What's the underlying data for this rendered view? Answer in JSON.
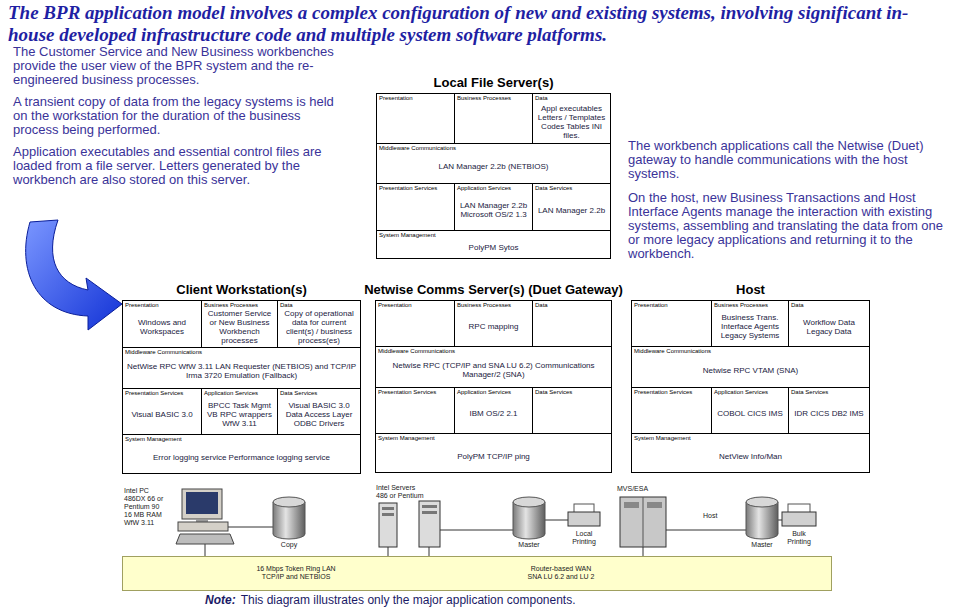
{
  "diagram": {
    "title": "The BPR application model involves a complex configuration of new and existing systems, involving significant in-house developed infrastructure code and multiple system software platforms.",
    "nodes": [
      {
        "text": [
          "Local File Server(s)"
        ]
      },
      {
        "text": [
          "Presentation"
        ],
        "in": 0
      },
      {
        "text": [
          "Business Processes"
        ],
        "in": 0
      },
      {
        "text": [
          "Data",
          "Appl executables Letters / Templates Codes Tables INI files."
        ],
        "in": 0
      },
      {
        "text": [
          "Middleware Communications",
          "LAN Manager 2.2b (NETBIOS)"
        ],
        "in": 0
      },
      {
        "text": [
          "Presentation Services"
        ],
        "in": 0
      },
      {
        "text": [
          "Application Services",
          "LAN Manager 2.2b Microsoft OS/2 1.3"
        ],
        "in": 0
      },
      {
        "text": [
          "Data Services",
          "LAN Manager 2.2b"
        ],
        "in": 0
      },
      {
        "text": [
          "System Management",
          "PolyPM Sytos"
        ],
        "in": 0
      },
      {
        "text": [
          "Client Workstation(s)"
        ]
      },
      {
        "text": [
          "Presentation",
          "Windows and Workspaces"
        ],
        "in": 9
      },
      {
        "text": [
          "Business Processes",
          "Customer Service or New Business Workbench processes"
        ],
        "in": 9
      },
      {
        "text": [
          "Data",
          "Copy of operational data for current client(s) / business process(es)"
        ],
        "in": 9
      },
      {
        "text": [
          "Middleware Communications",
          "NetWise RPC WfW 3.11 LAN Requester (NETBIOS) and TCP/IP Irma 3720 Emulation (Fallback)"
        ],
        "in": 9
      },
      {
        "text": [
          "Presentation Services",
          "Visual BASIC 3.0"
        ],
        "in": 9
      },
      {
        "text": [
          "Application Services",
          "BPCC Task Mgmt VB RPC wrappers WfW 3.11"
        ],
        "in": 9
      },
      {
        "text": [
          "Data Services",
          "Visual BASIC 3.0 Data Access Layer ODBC Drivers"
        ],
        "in": 9
      },
      {
        "text": [
          "System Management",
          "Error logging service Performance logging service"
        ],
        "in": 9
      },
      {
        "text": [
          "Netwise Comms Server(s) (Duet Gateway)"
        ]
      },
      {
        "text": [
          "Presentation"
        ],
        "in": 18
      },
      {
        "text": [
          "Business Processes",
          "RPC mapping"
        ],
        "in": 18
      },
      {
        "text": [
          "Data"
        ],
        "in": 18
      },
      {
        "text": [
          "Middleware Communications",
          "Netwise RPC (TCP/IP and SNA LU 6.2) Communications Manager/2 (SNA)"
        ],
        "in": 18
      },
      {
        "text": [
          "Presentation Services"
        ],
        "in": 18
      },
      {
        "text": [
          "Application Services",
          "IBM OS/2 2.1"
        ],
        "in": 18
      },
      {
        "text": [
          "Data Services"
        ],
        "in": 18
      },
      {
        "text": [
          "System Management",
          "PolyPM TCP/IP ping"
        ],
        "in": 18
      },
      {
        "text": [
          "Host"
        ]
      },
      {
        "text": [
          "Presentation"
        ],
        "in": 27
      },
      {
        "text": [
          "Business Processes",
          "Business Trans. Interface Agents Legacy Systems"
        ],
        "in": 27
      },
      {
        "text": [
          "Data",
          "Workflow Data Legacy Data"
        ],
        "in": 27
      },
      {
        "text": [
          "Middleware Communications",
          "Netwise RPC VTAM (SNA)"
        ],
        "in": 27
      },
      {
        "text": [
          "Presentation Services"
        ],
        "in": 27
      },
      {
        "text": [
          "Application Services",
          "COBOL CICS IMS"
        ],
        "in": 27
      },
      {
        "text": [
          "Data Services",
          "IDR CICS DB2 IMS"
        ],
        "in": 27
      },
      {
        "text": [
          "System Management",
          "NetView Info/Man"
        ],
        "in": 27
      },
      {
        "text": [
          "16 Mbps Token Ring LAN TCP/IP and NETBIOS",
          "Router-based WAN SNA LU 6.2 and LU 2"
        ]
      }
    ],
    "labels": [
      "The Customer Service and New Business workbenches provide the user view of the BPR system and the re-engineered business processes.",
      "A transient copy of data from the legacy systems is held on the workstation for the duration of the business process being performed.",
      "Application executables and essential control files are loaded from a file server.  Letters generated by the workbench are also stored on this server.",
      "The workbench applications call the Netwise (Duet) gateway to handle communications with the host systems.",
      "On the host, new Business Transactions and Host Interface Agents manage the interaction with existing systems, assembling and translating the data from one or more legacy applications and returning it to the workbench.",
      "Intel PC 486DX 66 or Pentium 90 16 MB RAM WfW 3.11",
      "Copy",
      "Intel Servers 486 or Pentium",
      "MVS/ESA",
      "Master",
      "Local Printing",
      "Host",
      "Master",
      "Bulk Printing",
      "Note:",
      "This diagram illustrates only the major application components."
    ]
  }
}
